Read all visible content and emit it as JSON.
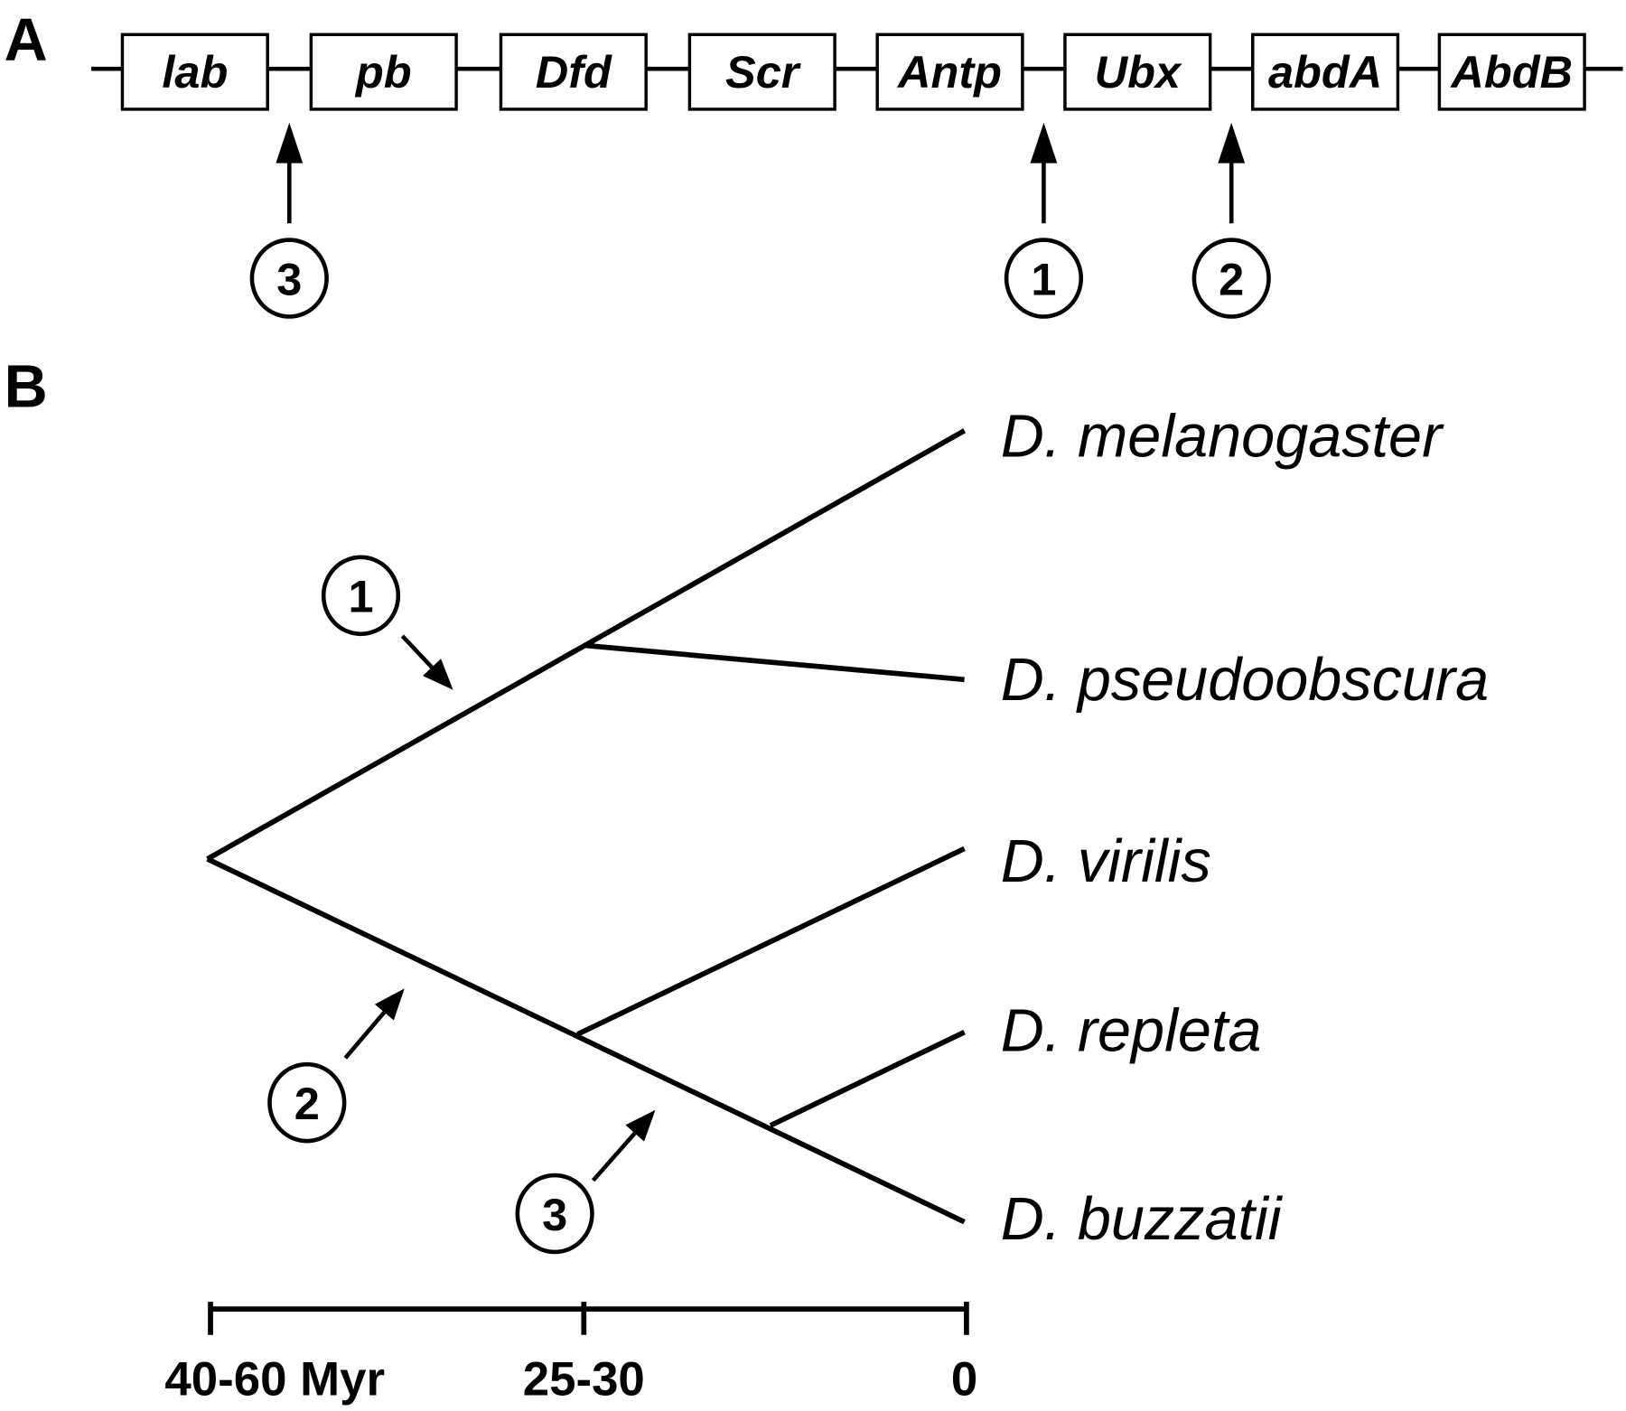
{
  "panel_a": {
    "label": "A",
    "genes": [
      "lab",
      "pb",
      "Dfd",
      "Scr",
      "Antp",
      "Ubx",
      "abdA",
      "AbdB"
    ],
    "markers": [
      {
        "number": "3",
        "between": [
          "lab",
          "pb"
        ]
      },
      {
        "number": "1",
        "between": [
          "Antp",
          "Ubx"
        ]
      },
      {
        "number": "2",
        "between": [
          "Ubx",
          "abdA"
        ]
      }
    ]
  },
  "panel_b": {
    "label": "B",
    "species": [
      "D. melanogaster",
      "D. pseudoobscura",
      "D. virilis",
      "D. repleta",
      "D. buzzatii"
    ],
    "markers": [
      "1",
      "2",
      "3"
    ],
    "time_scale": [
      "40-60 Myr",
      "25-30",
      "0"
    ]
  },
  "colors": {
    "ink": "#000000",
    "background": "#ffffff"
  }
}
